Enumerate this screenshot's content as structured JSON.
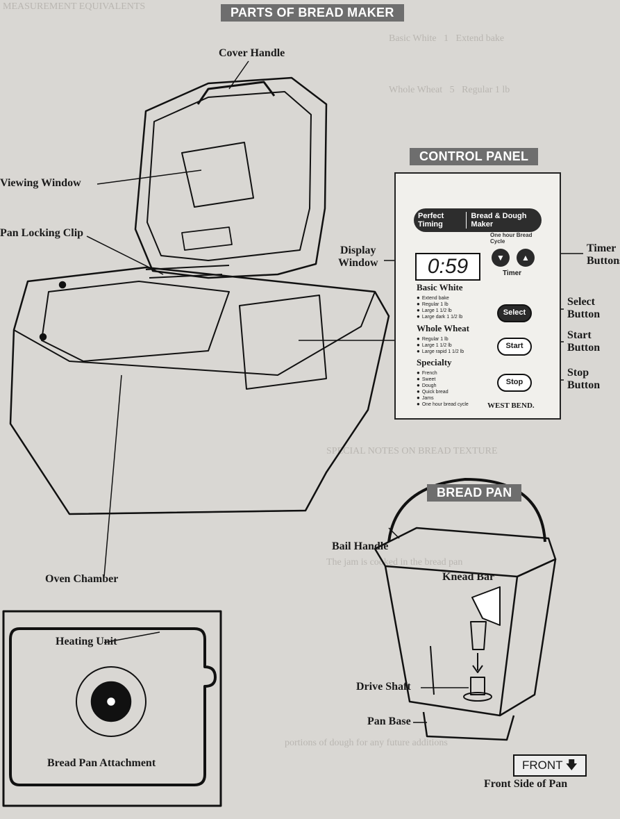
{
  "banners": {
    "parts": "PARTS OF BREAD MAKER",
    "control_panel": "CONTROL PANEL",
    "bread_pan": "BREAD PAN"
  },
  "labels": {
    "cover_handle": "Cover Handle",
    "viewing_window": "Viewing Window",
    "pan_locking_clip": "Pan Locking Clip",
    "oven_chamber": "Oven Chamber",
    "heating_unit": "Heating Unit",
    "bread_pan_attachment": "Bread Pan Attachment",
    "display_window": "Display\nWindow",
    "timer_buttons": "Timer\nButtons",
    "select_button": "Select\nButton",
    "start_button": "Start\nButton",
    "stop_button": "Stop\nButton",
    "bail_handle": "Bail Handle",
    "knead_bar": "Knead Bar",
    "drive_shaft": "Drive Shaft",
    "pan_base": "Pan Base",
    "front": "FRONT",
    "front_side": "Front Side of Pan"
  },
  "control_panel": {
    "logo_left": "Perfect Timing",
    "logo_right": "Bread & Dough Maker",
    "logo_sub": "One hour Bread Cycle",
    "display": "0:59",
    "timer": "Timer",
    "basic_white": "Basic White",
    "basic_items": [
      "Extend bake",
      "Regular 1 lb",
      "Large 1 1/2 lb",
      "Large dark 1 1/2 lb"
    ],
    "whole_wheat": "Whole Wheat",
    "wheat_items": [
      "Regular 1 lb",
      "Large 1 1/2 lb",
      "Large rapid 1 1/2 lb"
    ],
    "specialty": "Specialty",
    "specialty_items": [
      "French",
      "Sweet",
      "Dough",
      "Quick bread",
      "Jams",
      "One hour bread cycle"
    ],
    "select": "Select",
    "start": "Start",
    "stop": "Stop",
    "brand": "WEST BEND."
  }
}
